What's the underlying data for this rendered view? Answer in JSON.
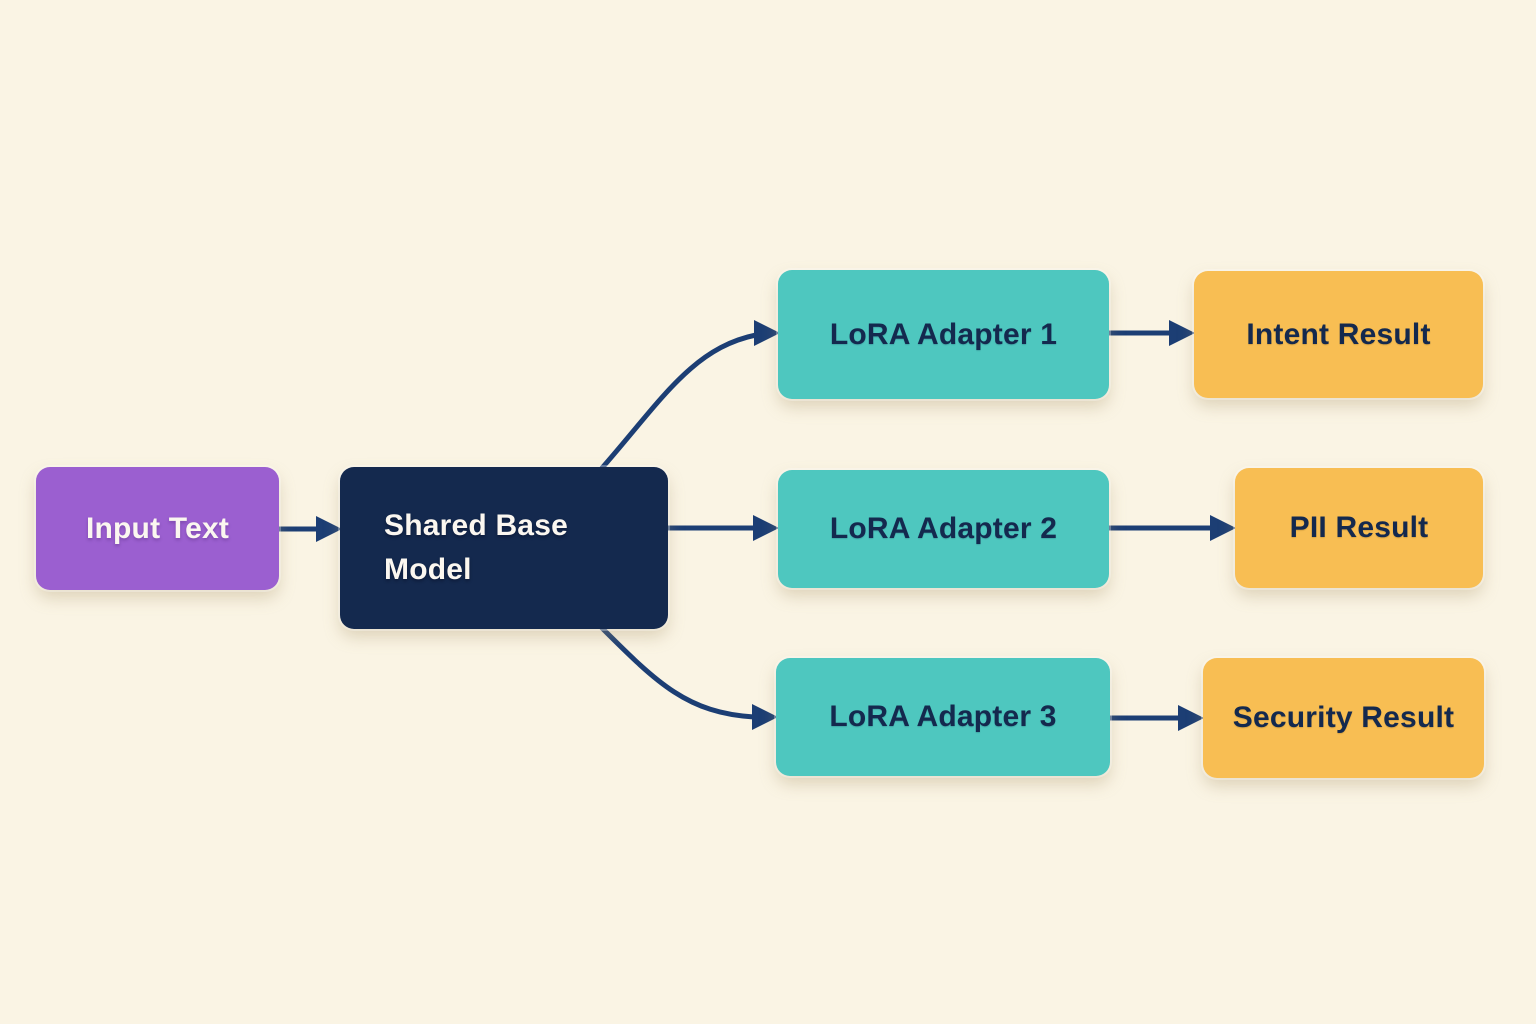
{
  "colors": {
    "background": "#FAF4E4",
    "purple": "#9B5FD0",
    "navy": "#14294E",
    "teal": "#4EC7BF",
    "yellow": "#F8BE53",
    "arrow": "#1C3E74",
    "text_light": "#FBF7F0",
    "text_dark": "#14294E"
  },
  "diagram": {
    "nodes": [
      {
        "id": "input",
        "label": "Input Text",
        "role": "input"
      },
      {
        "id": "base",
        "label": "Shared Base Model",
        "role": "shared-model"
      },
      {
        "id": "adapter1",
        "label": "LoRA Adapter 1",
        "role": "adapter"
      },
      {
        "id": "adapter2",
        "label": "LoRA Adapter 2",
        "role": "adapter"
      },
      {
        "id": "adapter3",
        "label": "LoRA Adapter 3",
        "role": "adapter"
      },
      {
        "id": "intent",
        "label": "Intent Result",
        "role": "result"
      },
      {
        "id": "pii",
        "label": "PII Result",
        "role": "result"
      },
      {
        "id": "security",
        "label": "Security Result",
        "role": "result"
      }
    ],
    "edges": [
      {
        "from": "input",
        "to": "base"
      },
      {
        "from": "base",
        "to": "adapter1"
      },
      {
        "from": "base",
        "to": "adapter2"
      },
      {
        "from": "base",
        "to": "adapter3"
      },
      {
        "from": "adapter1",
        "to": "intent"
      },
      {
        "from": "adapter2",
        "to": "pii"
      },
      {
        "from": "adapter3",
        "to": "security"
      }
    ]
  }
}
